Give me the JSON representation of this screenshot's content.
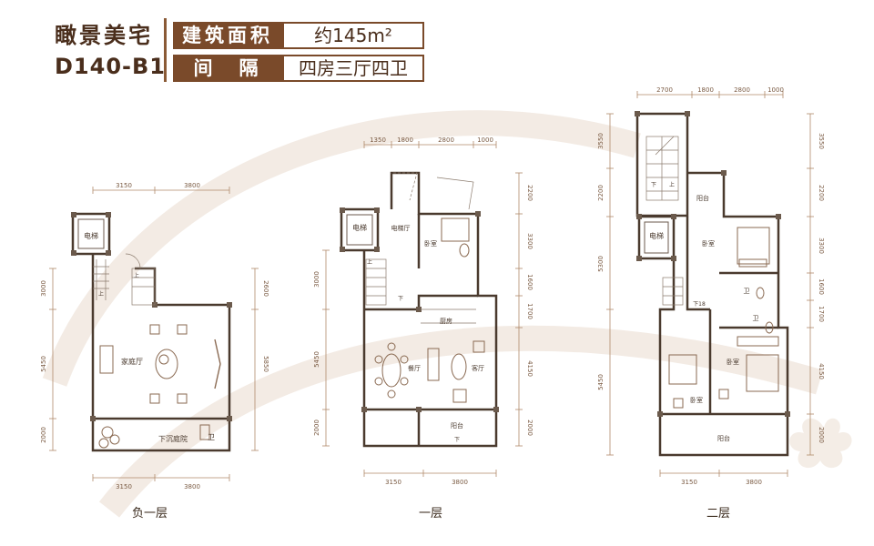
{
  "header": {
    "name": "瞰景美宅",
    "code": "D140-B1",
    "area_label": "建筑面积",
    "area_value": "约145m²",
    "layout_label": "间　隔",
    "layout_value": "四房三厅四卫"
  },
  "plans": [
    {
      "caption": "负一层",
      "dims_top": [
        "3150",
        "3800"
      ],
      "dims_bottom": [
        "3150",
        "3800"
      ],
      "dims_left": [
        "3000",
        "5450",
        "2000"
      ],
      "dims_right": [
        "2600",
        "5850"
      ],
      "rooms": [
        "电梯",
        "家庭厅",
        "下沉庭院",
        "卫"
      ],
      "marks": [
        "上",
        "上"
      ]
    },
    {
      "caption": "一层",
      "dims_top": [
        "1350",
        "1800",
        "2800",
        "1000"
      ],
      "dims_bottom": [
        "3150",
        "3800"
      ],
      "dims_left": [
        "3000",
        "5450",
        "2000"
      ],
      "dims_right": [
        "2200",
        "3300",
        "1600",
        "1700",
        "4150",
        "2000"
      ],
      "rooms": [
        "电梯",
        "电梯厅",
        "卧室",
        "厨房",
        "餐厅",
        "客厅",
        "阳台"
      ],
      "marks": [
        "上",
        "下",
        "下"
      ]
    },
    {
      "caption": "二层",
      "dims_top": [
        "2700",
        "1800",
        "2800",
        "1000"
      ],
      "dims_bottom": [
        "3150",
        "3800"
      ],
      "dims_left": [
        "3550",
        "2200",
        "5300",
        "5450"
      ],
      "dims_right": [
        "3550",
        "2200",
        "3300",
        "1600",
        "1700",
        "4150",
        "2000"
      ],
      "rooms": [
        "电梯",
        "阳台",
        "卧室",
        "卫",
        "卫",
        "卧室",
        "卧室",
        "阳台"
      ],
      "marks": [
        "下",
        "上",
        "下18"
      ]
    }
  ]
}
